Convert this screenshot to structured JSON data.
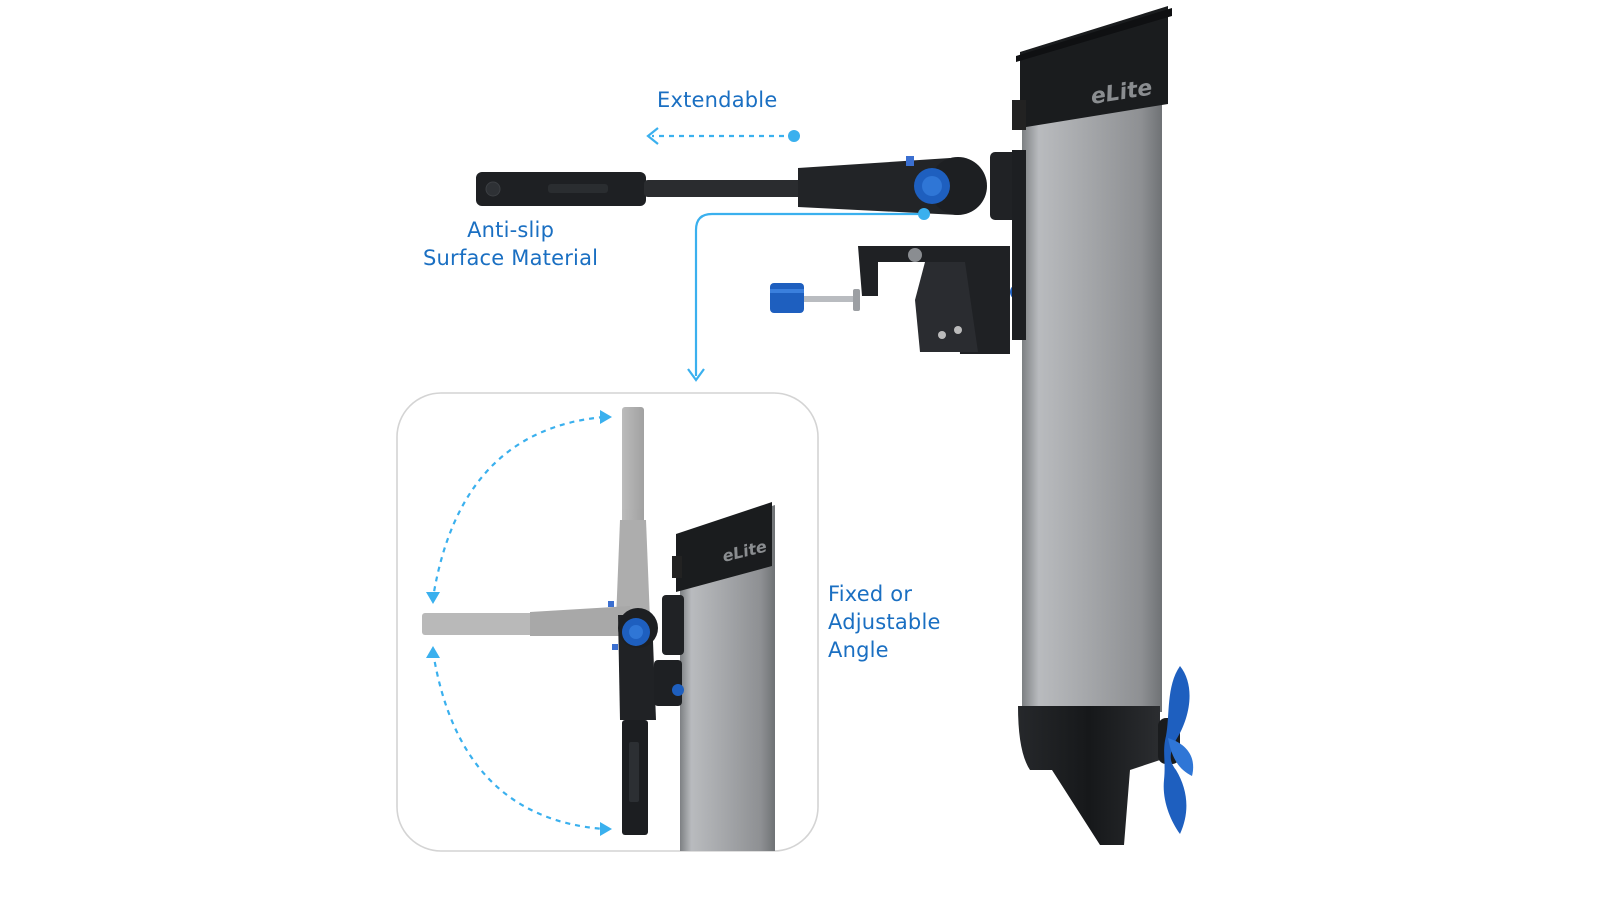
{
  "colors": {
    "label_text": "#1a6fc2",
    "annotation_line": "#3ab0ee",
    "accent_blue": "#1e5fbf",
    "motor_black": "#1b1d20",
    "shaft_silver": "#a3a5a8",
    "inset_border": "#d4d4d4"
  },
  "annotations": {
    "extendable": "Extendable",
    "anti_slip": [
      "Anti-slip",
      "Surface Material"
    ],
    "angle": [
      "Fixed or",
      "Adjustable",
      "Angle"
    ]
  },
  "brand": {
    "logo_text": "eLite"
  },
  "icons": [
    "arrow-left-icon",
    "arrow-down-icon",
    "curved-double-arrow-icon"
  ]
}
